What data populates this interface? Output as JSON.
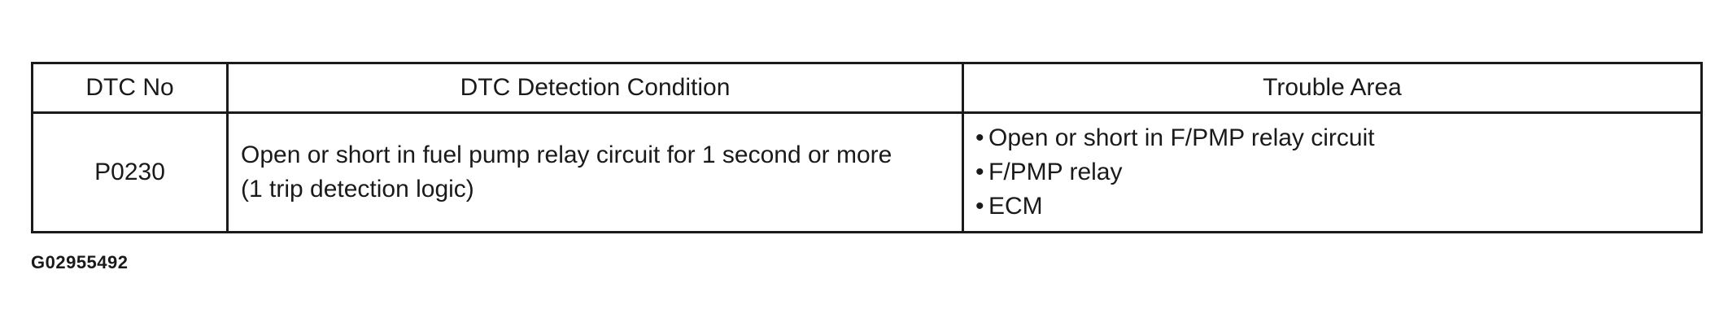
{
  "table": {
    "headers": {
      "dtc_no": "DTC No",
      "condition": "DTC Detection Condition",
      "trouble_area": "Trouble Area"
    },
    "rows": [
      {
        "dtc_no": "P0230",
        "condition_lines": [
          "Open or short in fuel pump relay circuit for 1 second or more",
          "(1 trip detection logic)"
        ],
        "bullet": "•",
        "trouble_areas": [
          "Open or short in F/PMP relay circuit",
          "F/PMP relay",
          "ECM"
        ]
      }
    ]
  },
  "figure_id": "G02955492"
}
